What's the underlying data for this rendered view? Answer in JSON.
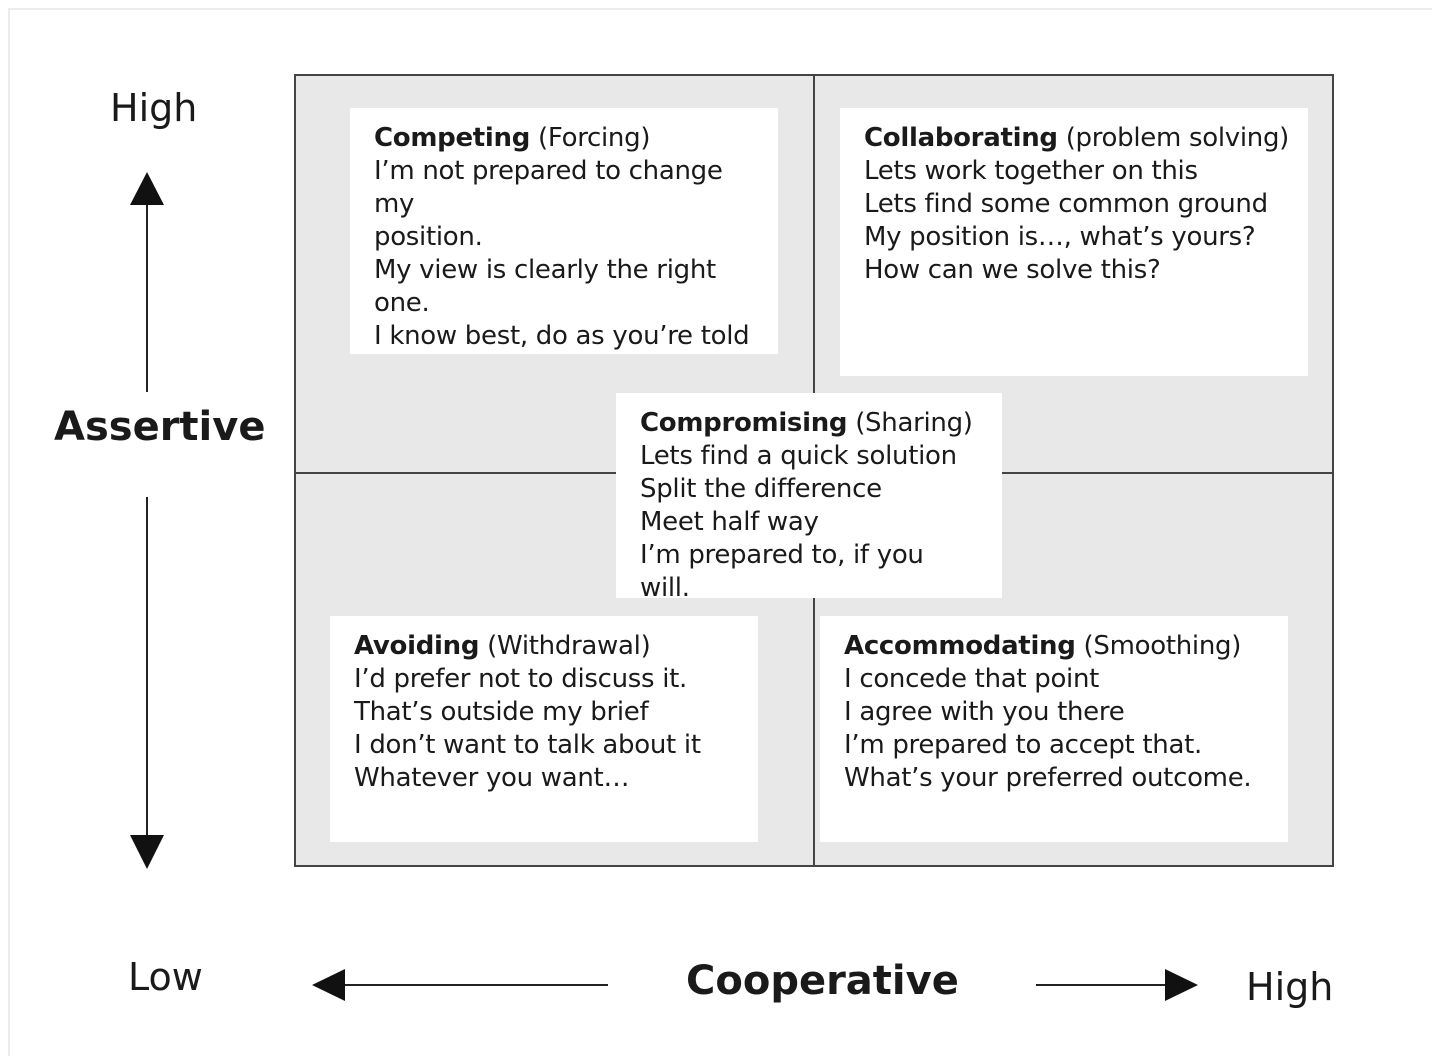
{
  "axes": {
    "y_high": "High",
    "y_label": "Assertive",
    "x_low": "Low",
    "x_label": "Cooperative",
    "x_high": "High"
  },
  "quadrants": {
    "competing": {
      "name": "Competing",
      "alt": "(Forcing)",
      "lines": [
        "I’m not prepared to change my",
        "position.",
        "My view is clearly the right",
        "one.",
        "I know best, do as you’re told"
      ]
    },
    "collaborating": {
      "name": "Collaborating",
      "alt": "(problem solving)",
      "lines": [
        "Lets work together on this",
        "Lets find some common ground",
        "My position is…, what’s yours?",
        "How can we solve this?"
      ]
    },
    "compromising": {
      "name": "Compromising",
      "alt": "(Sharing)",
      "lines": [
        "Lets find a quick solution",
        "Split the difference",
        "Meet half way",
        "I’m prepared to, if you will."
      ]
    },
    "avoiding": {
      "name": "Avoiding",
      "alt": "(Withdrawal)",
      "lines": [
        "I’d prefer not to discuss it.",
        "That’s outside my brief",
        "I don’t want to talk about it",
        "Whatever you want…"
      ]
    },
    "accommodating": {
      "name": "Accommodating",
      "alt": "(Smoothing)",
      "lines": [
        "I concede that point",
        "I agree with you there",
        "I’m prepared to accept that.",
        "What’s your preferred outcome."
      ]
    }
  }
}
